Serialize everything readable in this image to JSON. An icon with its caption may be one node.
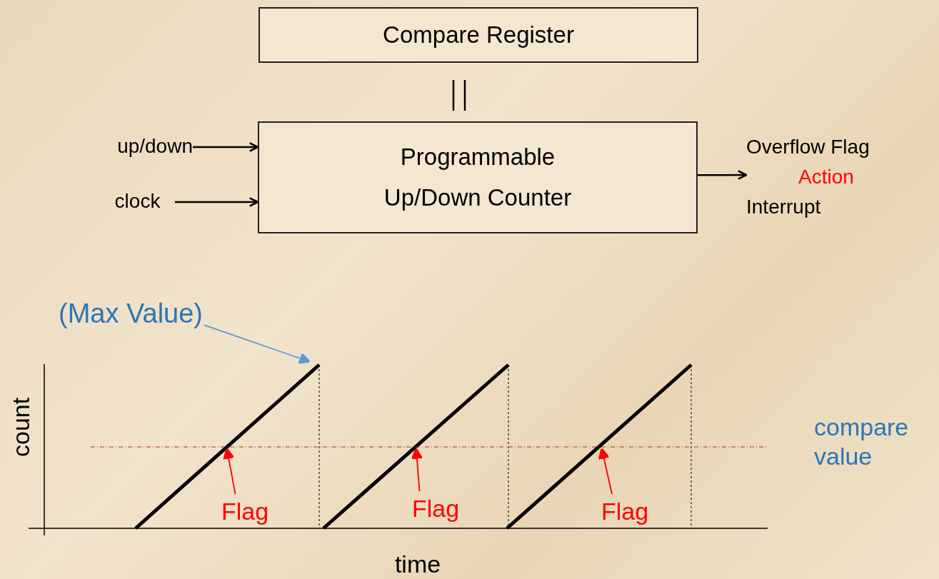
{
  "diagram": {
    "nodes": [
      {
        "text": [
          "Compare Register"
        ]
      },
      {
        "text": [
          "Programmable Up/Down Counter"
        ]
      },
      {
        "text": [
          "up/down"
        ]
      },
      {
        "text": [
          "clock"
        ]
      },
      {
        "text": [
          "Overflow Flag",
          "Action",
          "Interrupt"
        ]
      },
      {
        "text": [
          "(Max Value)"
        ]
      },
      {
        "text": [
          "Flag"
        ]
      },
      {
        "text": [
          "Flag"
        ]
      },
      {
        "text": [
          "Flag"
        ]
      }
    ],
    "edges": [
      {
        "from": 2,
        "to": 1,
        "arrow": "to"
      },
      {
        "from": 3,
        "to": 1,
        "arrow": "to"
      },
      {
        "from": 1,
        "to": 4,
        "arrow": "to"
      },
      {
        "from": 5,
        "to": null,
        "arrow": "to",
        "color": "#5b9bd5"
      },
      {
        "from": 6,
        "to": null,
        "arrow": "to",
        "color": "#ff0000"
      },
      {
        "from": 7,
        "to": null,
        "arrow": "to",
        "color": "#ff0000"
      },
      {
        "from": 8,
        "to": null,
        "arrow": "to",
        "color": "#ff0000"
      }
    ],
    "labels": [
      "count",
      "time",
      "compare value"
    ]
  }
}
